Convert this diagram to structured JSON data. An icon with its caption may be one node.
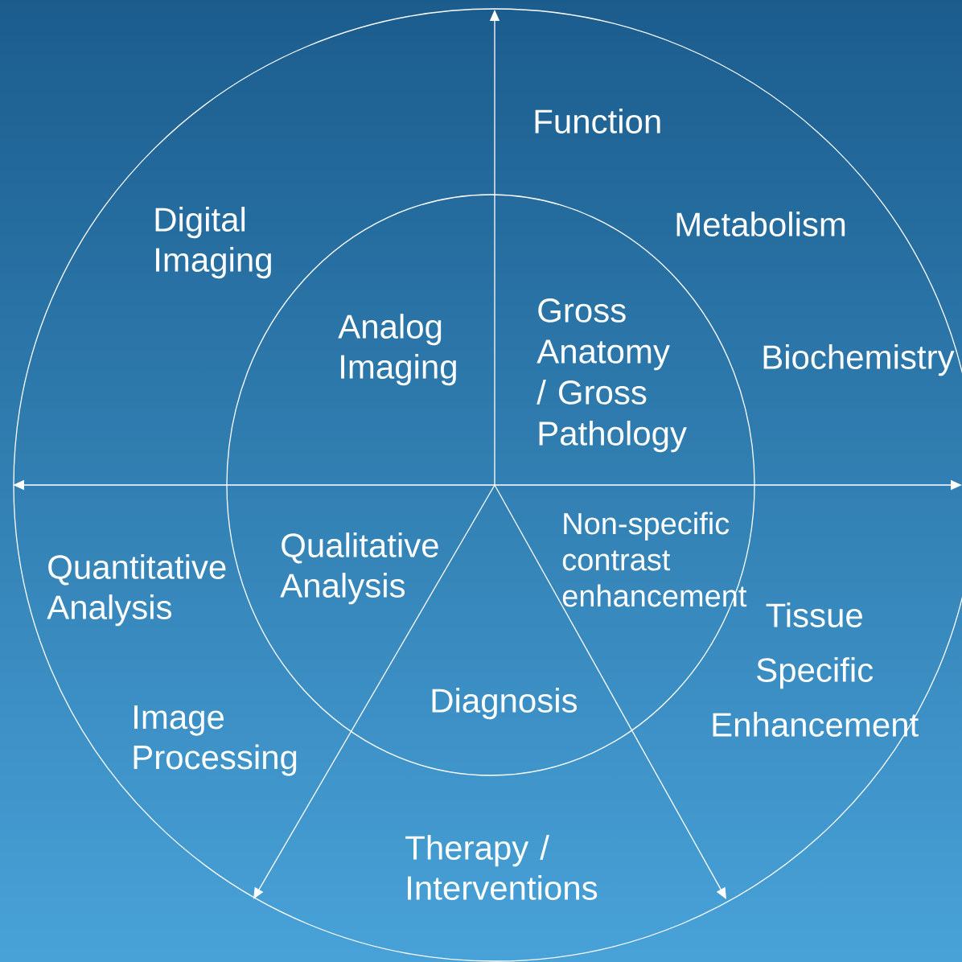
{
  "diagram": {
    "labels": [
      "Function",
      "Digital Imaging",
      "Metabolism",
      "Analog Imaging",
      "Gross Anatomy / Gross Pathology",
      "Biochemistry",
      "Non-specific contrast enhancement",
      "Qualitative Analysis",
      "Quantitative Analysis",
      "Tissue Specific Enhancement",
      "Diagnosis",
      "Image Processing",
      "Therapy / Interventions"
    ]
  }
}
